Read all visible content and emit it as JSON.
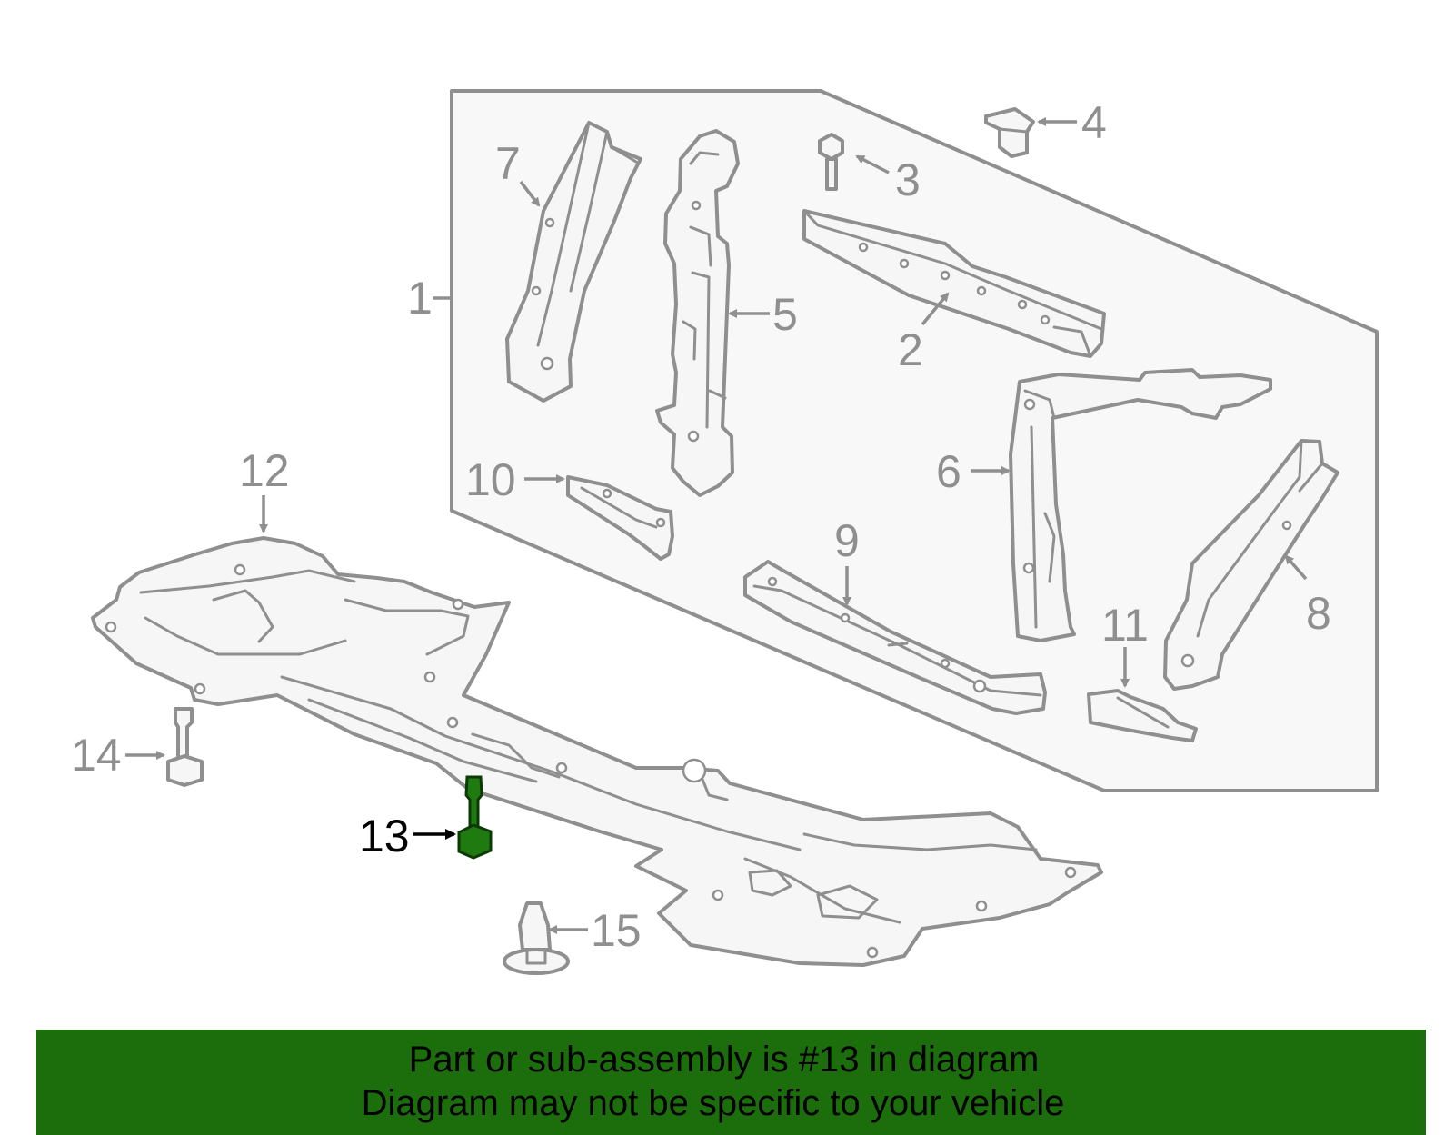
{
  "diagram": {
    "callouts": [
      "1",
      "2",
      "3",
      "4",
      "5",
      "6",
      "7",
      "8",
      "9",
      "10",
      "11",
      "12",
      "13",
      "14",
      "15"
    ],
    "highlighted_part": "13",
    "highlight_color": "#1c6e0c"
  },
  "banner": {
    "line1": "Part or sub-assembly is #13 in diagram",
    "line2": "Diagram may not be specific to your vehicle",
    "background": "#1c6e0c"
  }
}
